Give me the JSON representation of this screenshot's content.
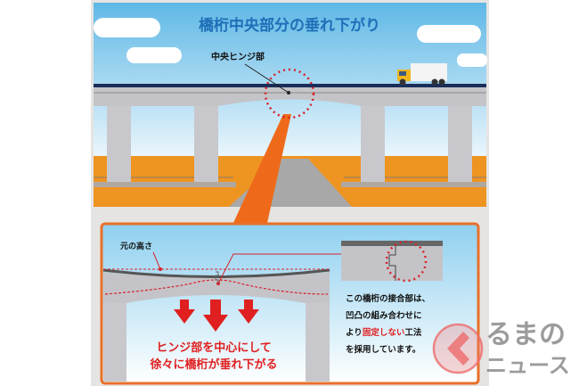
{
  "title": "橋桁中央部分の垂れ下がり",
  "hinge_label": "中央ヒンジ部",
  "detail": {
    "original_height_label": "元の高さ",
    "sag_text_line1": "ヒンジ部を中心にして",
    "sag_text_line2": "徐々に橋桁が垂れ下がる",
    "joint_text_line1": "この橋桁の接合部は、",
    "joint_text_line2": "凹凸の組み合わせに",
    "joint_text_line3_a": "より",
    "joint_text_line3_b": "固定しない",
    "joint_text_line3_c": "工法",
    "joint_text_line4": "を採用しています。"
  },
  "watermark": {
    "line1": "るまの",
    "line2": "ニュース"
  },
  "colors": {
    "title": "#1e6fb8",
    "accent": "#e8702a",
    "red": "#e02020",
    "deck": "#1a2e5a"
  }
}
